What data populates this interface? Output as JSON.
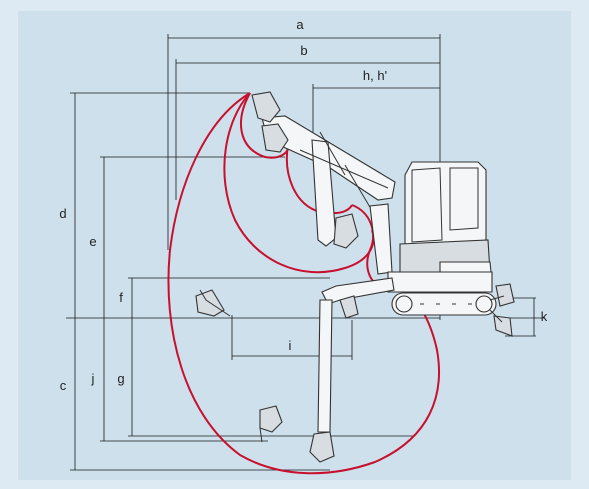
{
  "colors": {
    "background": "#dde9f3",
    "panel": "#cde0ec",
    "envelope": "#c8102e",
    "lines": "#1a1a1a"
  },
  "labels": {
    "a": "a",
    "b": "b",
    "hh": "h, h'",
    "d": "d",
    "e": "e",
    "f": "f",
    "c": "c",
    "j": "j",
    "g": "g",
    "i": "i",
    "k": "k"
  }
}
